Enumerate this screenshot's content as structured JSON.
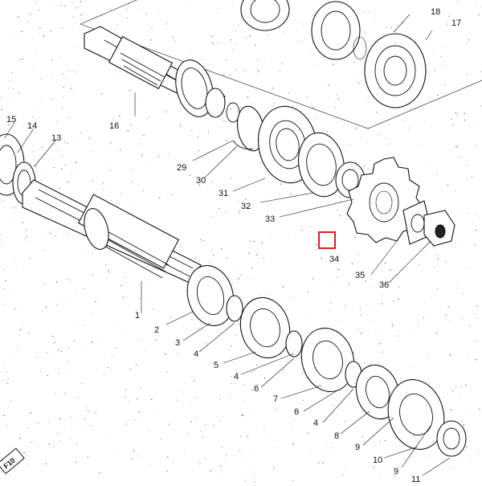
{
  "diagram": {
    "part_numbers": [
      "1",
      "2",
      "3",
      "4",
      "5",
      "4",
      "6",
      "7",
      "6",
      "4",
      "8",
      "9",
      "10",
      "9",
      "11",
      "13",
      "14",
      "15",
      "16",
      "17",
      "18",
      "29",
      "30",
      "31",
      "32",
      "33",
      "34",
      "35",
      "36"
    ],
    "stamp_text": "F10"
  },
  "highlight": {
    "color": "#dd1f1f"
  }
}
